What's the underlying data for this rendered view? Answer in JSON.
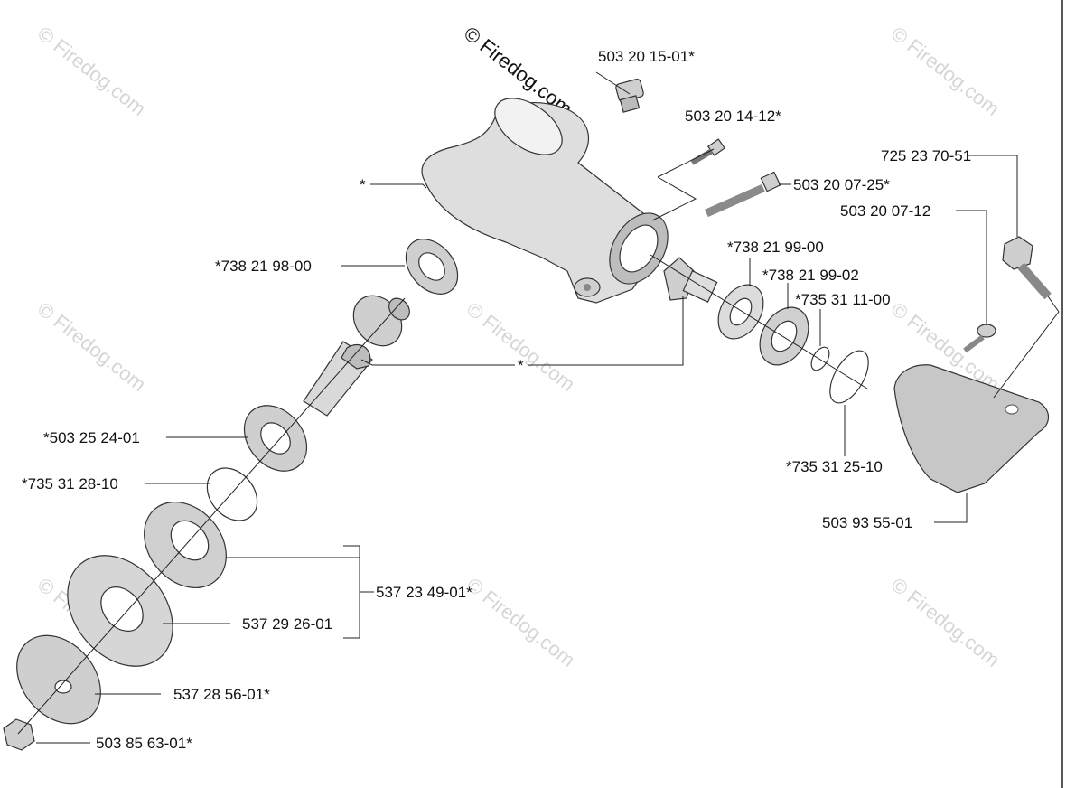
{
  "copyright": "© Firedog.com",
  "watermark": "© Firedog.com",
  "labels": {
    "plug": "503 20 15-01*",
    "screw_small": "503 20 14-12*",
    "gearhead": "*",
    "screw_long": "503 20 07-25*",
    "bolt_hex": "725 23 70-51",
    "screw_guard": "503 20 07-12",
    "bearing_upper": "*738 21 98-00",
    "bearing_a": "*738 21 99-00",
    "bearing_b": "*738 21 99-02",
    "circlip_small": "*735 31 11-00",
    "pinion": "*",
    "bearing_lower": "*503 25 24-01",
    "ring_lower": "*735 31 28-10",
    "circlip_large": "*735 31 25-10",
    "guard": "503 93 55-01",
    "holder_assembly": "537 23 49-01*",
    "washer": "537 29 26-01",
    "flange": "537 28 56-01*",
    "nut": "503 85 63-01*"
  }
}
